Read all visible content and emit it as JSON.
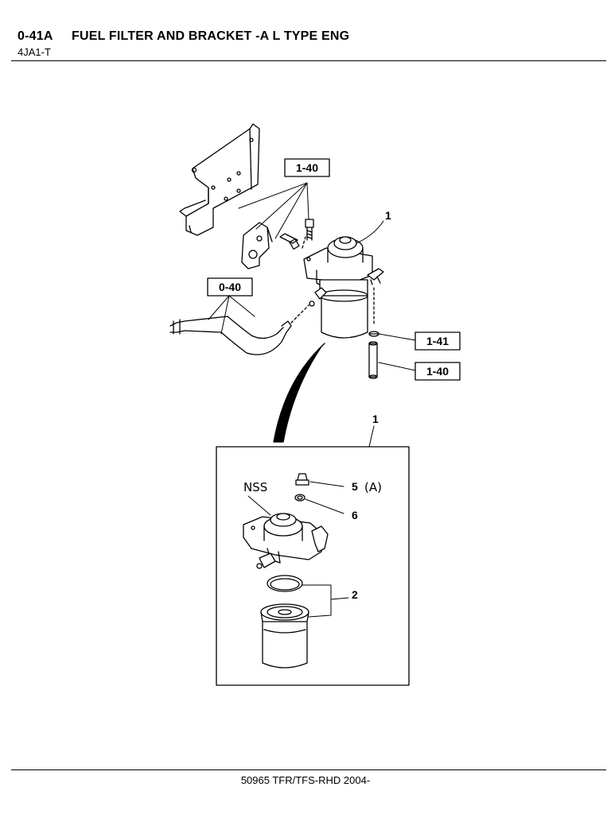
{
  "header": {
    "code": "0-41A",
    "title": "FUEL FILTER AND BRACKET -A L TYPE ENG",
    "subtitle": "4JA1-T"
  },
  "callouts": {
    "ref_bracket": "1-40",
    "ref_hose": "0-40",
    "ref_seal": "1-41",
    "ref_pipe": "1-40",
    "item_filter_top": "1",
    "item_filter_detail": "1",
    "item_plug": "5",
    "item_plug_note": "(A)",
    "item_washer": "6",
    "item_element": "2",
    "nss": "NSS"
  },
  "footer": {
    "text": "50965 TFR/TFS-RHD 2004-"
  }
}
